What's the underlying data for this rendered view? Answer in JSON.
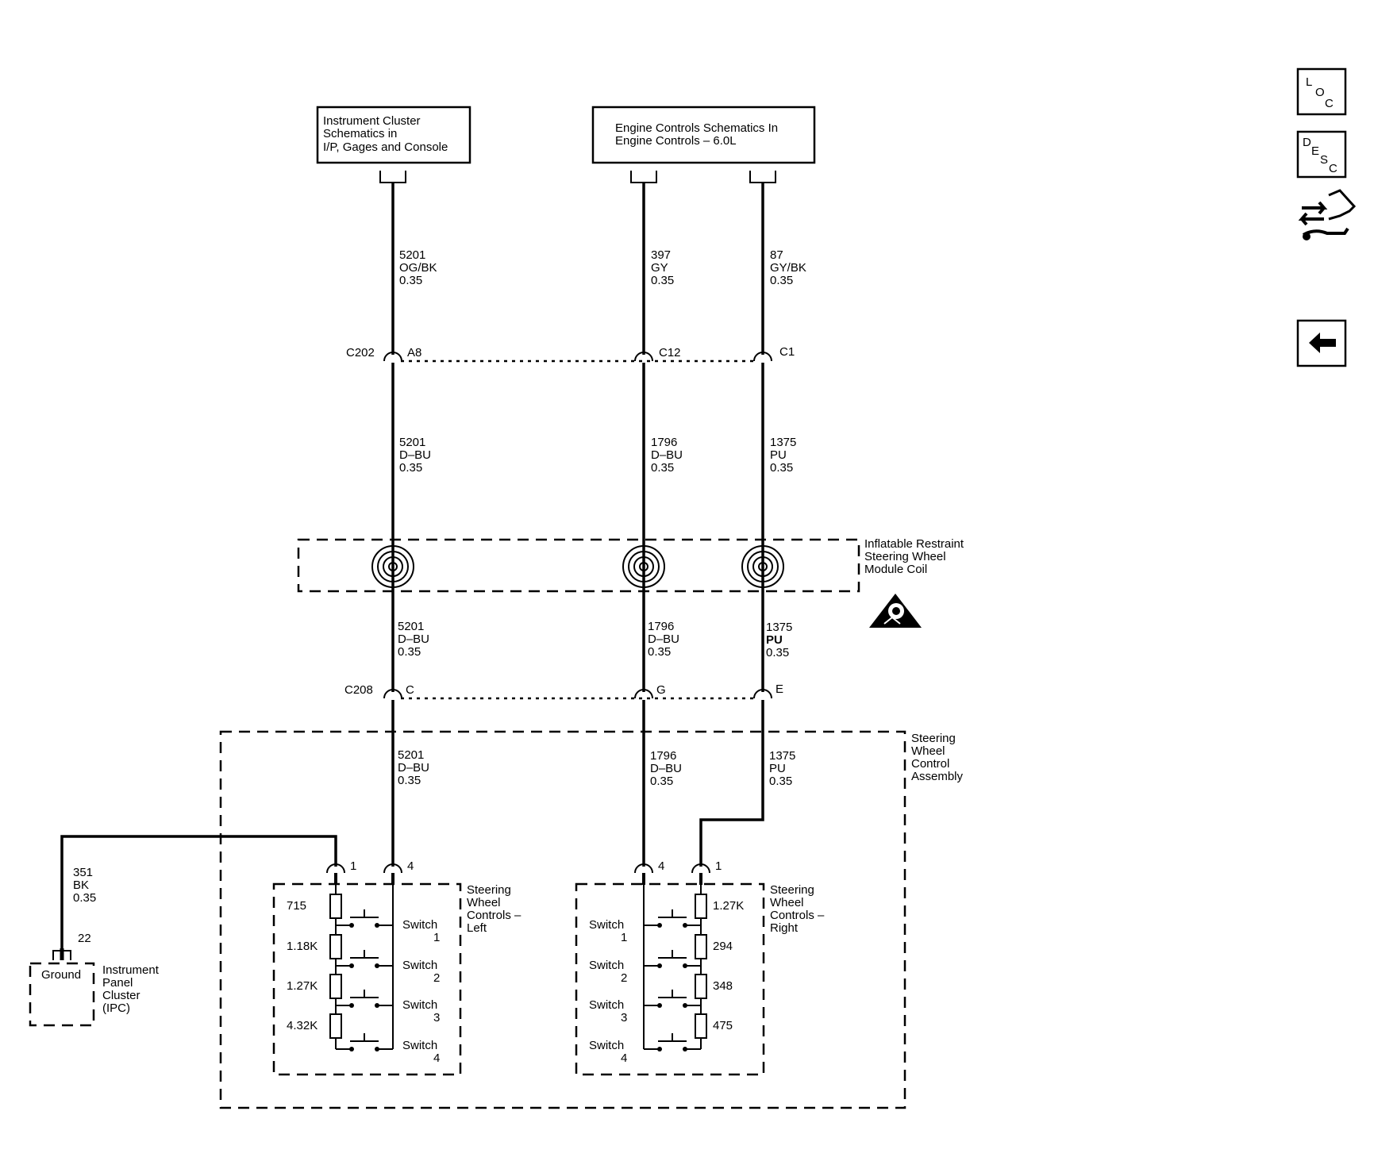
{
  "sources": {
    "instrument_cluster": [
      "Instrument Cluster",
      "Schematics in",
      "I/P, Gages and Console"
    ],
    "engine_controls": [
      "Engine Controls Schematics In",
      "Engine Controls – 6.0L"
    ]
  },
  "wires_top": {
    "left": [
      "5201",
      "OG/BK",
      "0.35"
    ],
    "mid": [
      "397",
      "GY",
      "0.35"
    ],
    "right": [
      "87",
      "GY/BK",
      "0.35"
    ]
  },
  "connector_c202": {
    "name": "C202",
    "pins": [
      "A8",
      "C12",
      "C1"
    ]
  },
  "wires_between": {
    "left": [
      "5201",
      "D–BU",
      "0.35"
    ],
    "mid": [
      "1796",
      "D–BU",
      "0.35"
    ],
    "right": [
      "1375",
      "PU",
      "0.35"
    ]
  },
  "coil": {
    "label": [
      "Inflatable Restraint",
      "Steering Wheel",
      "Module Coil"
    ],
    "warning_icon": "airbag-warning-icon"
  },
  "wires_below_coil": {
    "left": [
      "5201",
      "D–BU",
      "0.35"
    ],
    "mid": [
      "1796",
      "D–BU",
      "0.35"
    ],
    "right": [
      "1375",
      "PU",
      "0.35"
    ]
  },
  "connector_c208": {
    "name": "C208",
    "pins": [
      "C",
      "G",
      "E"
    ]
  },
  "assembly": {
    "label": [
      "Steering",
      "Wheel",
      "Control",
      "Assembly"
    ]
  },
  "wires_inside": {
    "left": [
      "5201",
      "D–BU",
      "0.35"
    ],
    "mid": [
      "1796",
      "D–BU",
      "0.35"
    ],
    "right": [
      "1375",
      "PU",
      "0.35"
    ]
  },
  "ground_wire": [
    "351",
    "BK",
    "0.35"
  ],
  "ipc": {
    "pin": "22",
    "ground_label": "Ground",
    "label": [
      "Instrument",
      "Panel",
      "Cluster",
      "(IPC)"
    ]
  },
  "left_controls": {
    "label": [
      "Steering",
      "Wheel",
      "Controls –",
      "Left"
    ],
    "pins": [
      "1",
      "4"
    ],
    "resistors": [
      "715",
      "1.18K",
      "1.27K",
      "4.32K"
    ],
    "switches": [
      [
        "Switch",
        "1"
      ],
      [
        "Switch",
        "2"
      ],
      [
        "Switch",
        "3"
      ],
      [
        "Switch",
        "4"
      ]
    ]
  },
  "right_controls": {
    "label": [
      "Steering",
      "Wheel",
      "Controls –",
      "Right"
    ],
    "pins": [
      "4",
      "1"
    ],
    "resistors": [
      "1.27K",
      "294",
      "348",
      "475"
    ],
    "switches": [
      [
        "Switch",
        "1"
      ],
      [
        "Switch",
        "2"
      ],
      [
        "Switch",
        "3"
      ],
      [
        "Switch",
        "4"
      ]
    ]
  },
  "nav": {
    "loc": [
      "L",
      "O",
      "C"
    ],
    "desc": [
      "D",
      "E",
      "S",
      "C"
    ],
    "connector_icon": "connector-end-view-icon",
    "back_icon": "back-arrow-icon"
  }
}
